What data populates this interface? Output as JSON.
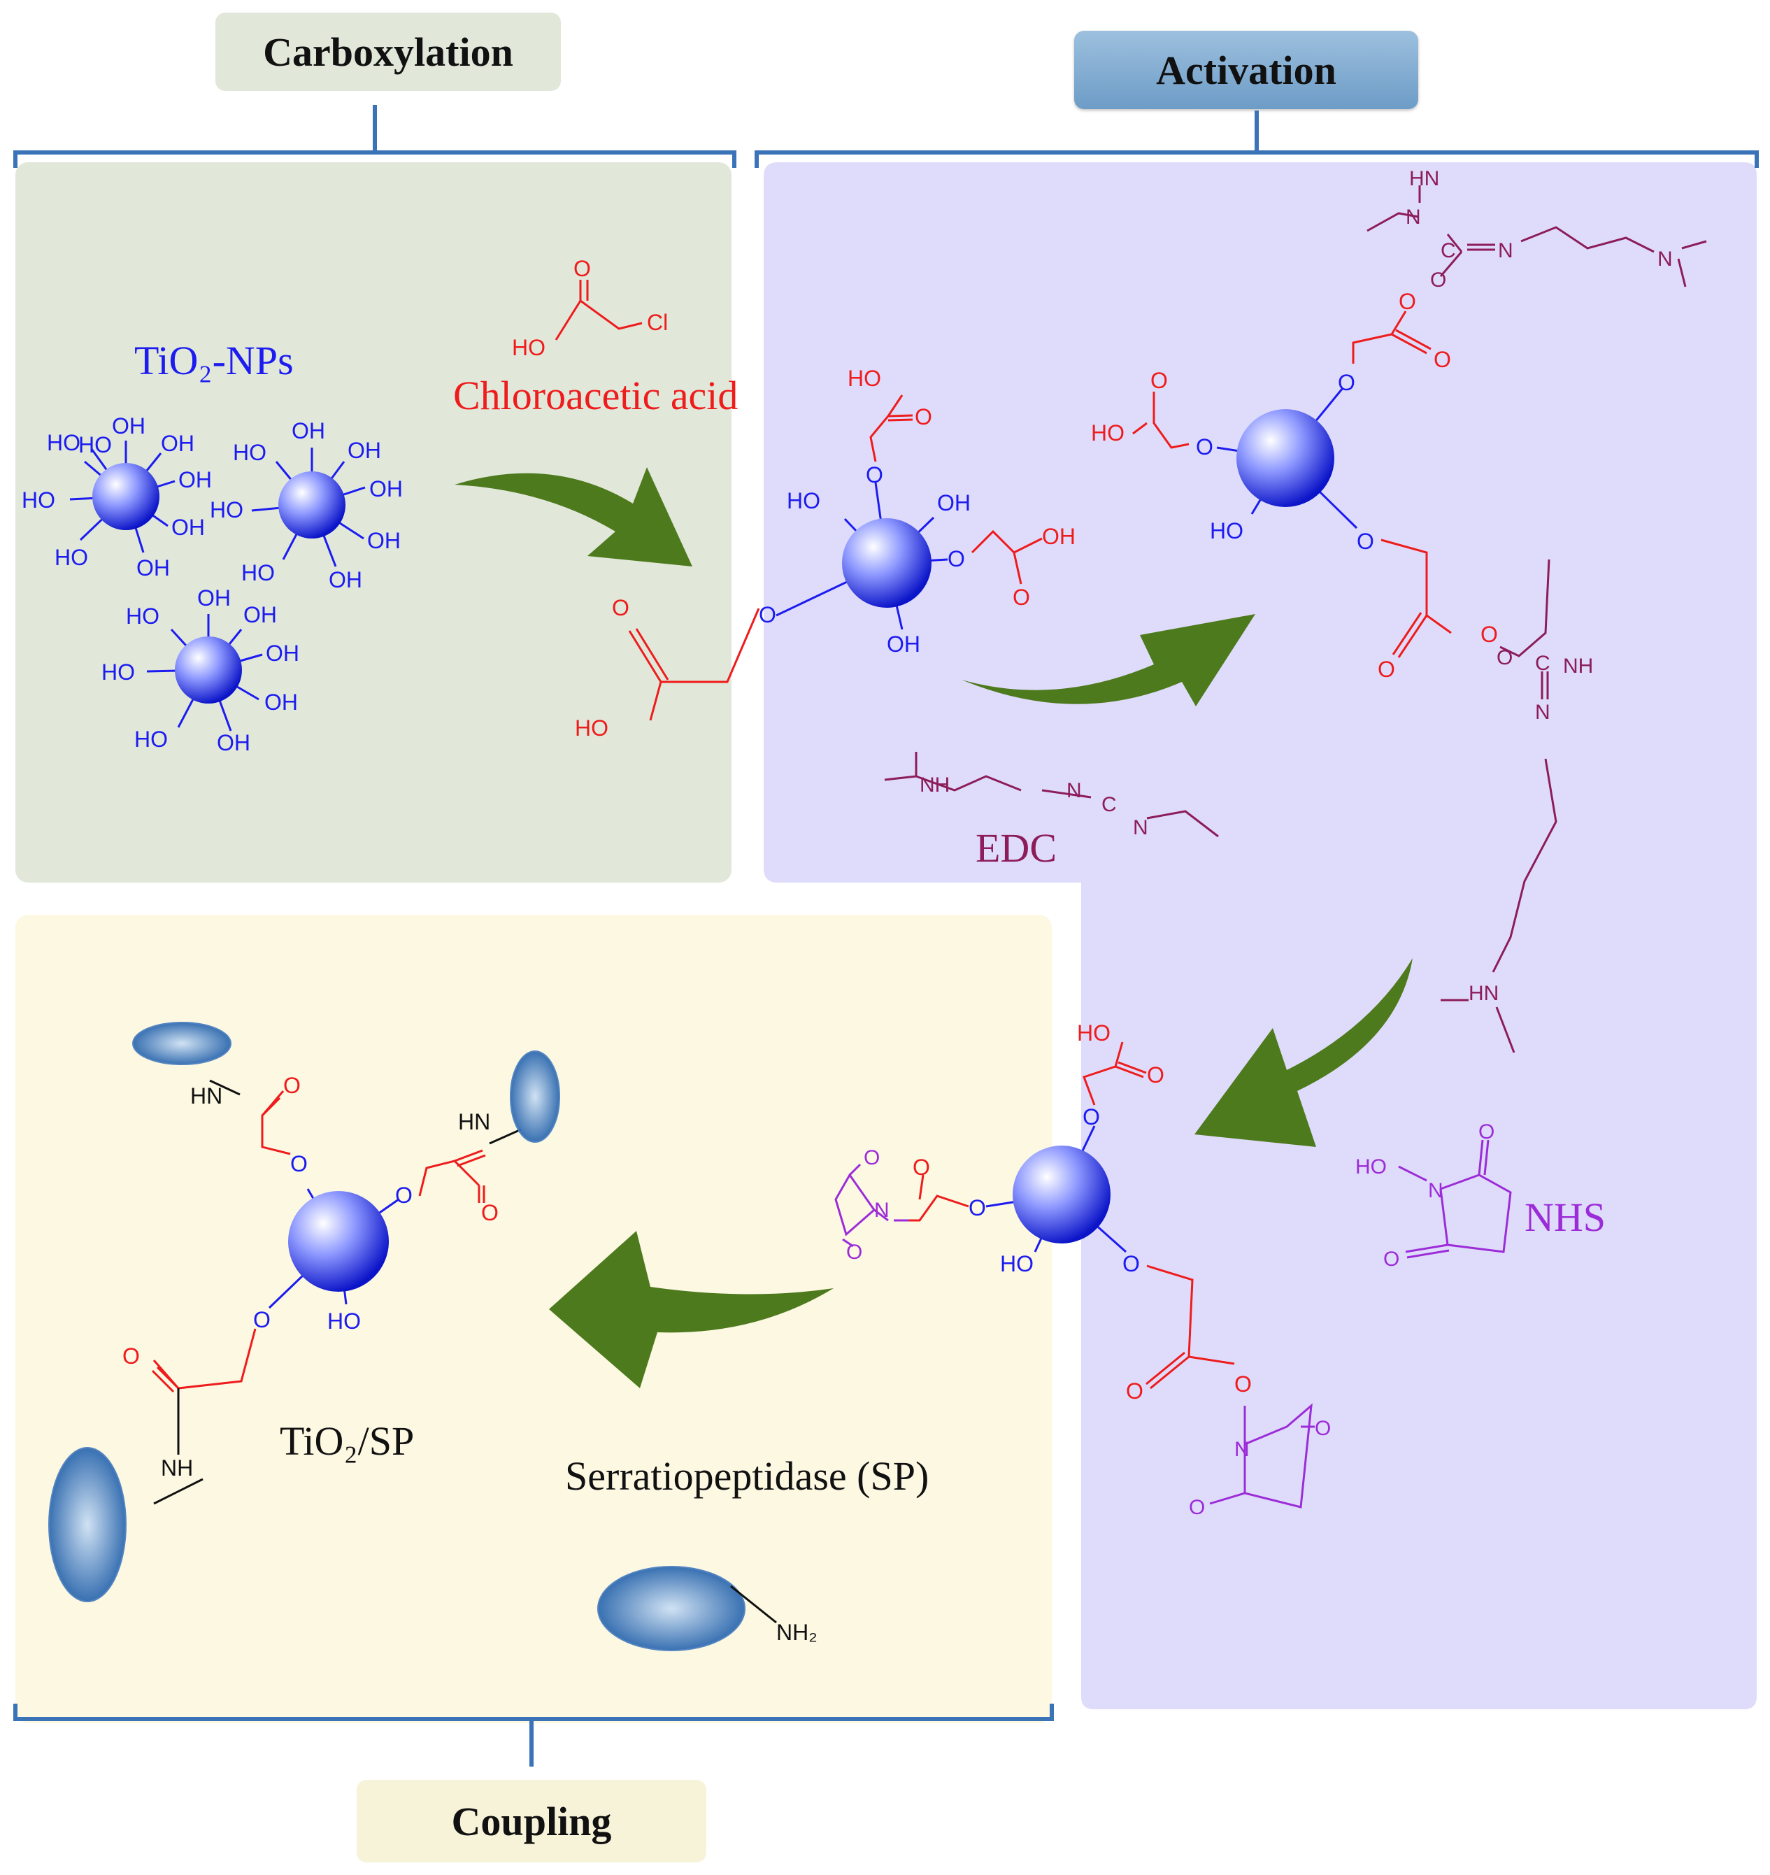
{
  "stages": {
    "carboxylation": "Carboxylation",
    "activation": "Activation",
    "coupling": "Coupling"
  },
  "labels": {
    "tio2_nps": "TiO₂-NPs",
    "chloroacetic_acid": "Chloroacetic acid",
    "edc": "EDC",
    "nhs": "NHS",
    "tio2_sp": "TiO₂/SP",
    "serratiopeptidase": "Serratiopeptidase (SP)"
  },
  "atoms": {
    "oh": "OH",
    "ho": "HO",
    "o": "O",
    "cl": "Cl",
    "n": "N",
    "nh": "NH",
    "hn": "HN",
    "nh2": "NH₂",
    "c": "C"
  },
  "colors": {
    "blue": "#1c1cf0",
    "red": "#ee1c1c",
    "maroon": "#8c1c5a",
    "purple": "#9c2cd8",
    "arrow_green": "#4e7a1e",
    "bracket": "#3b73b8",
    "panel_green": "#e1e8da",
    "panel_lavender": "#dfdcfb",
    "panel_yellow": "#fcf8e2"
  }
}
